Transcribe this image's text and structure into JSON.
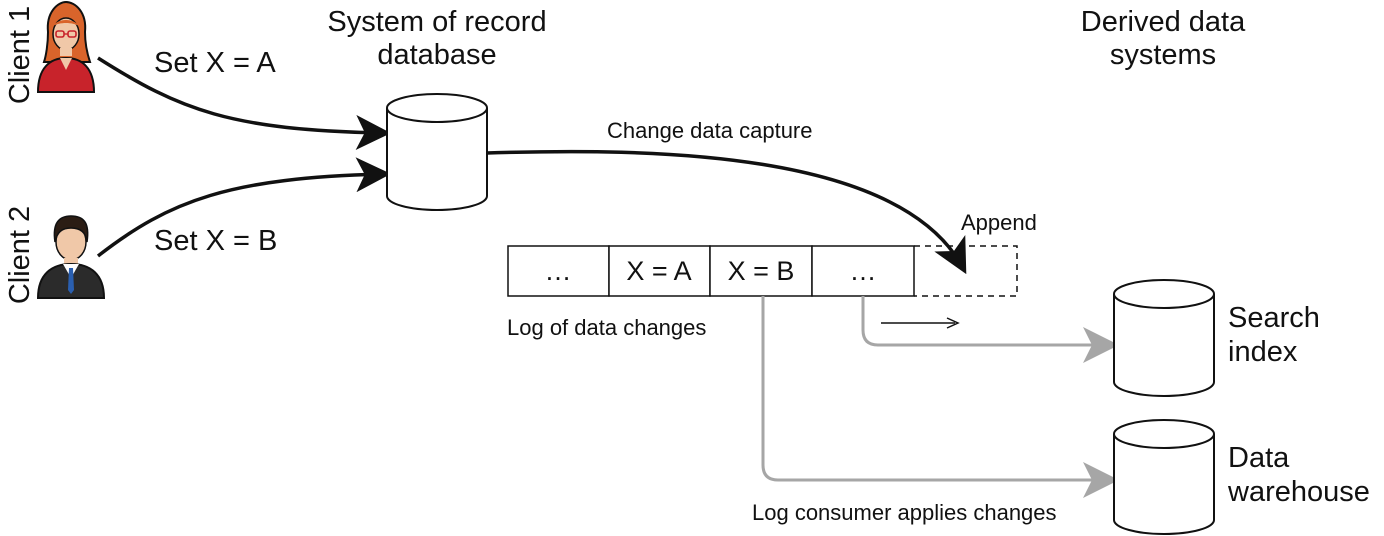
{
  "colors": {
    "stroke": "#111111",
    "consumer_line": "#a6a6a6",
    "client1_hair": "#d9642b",
    "client1_jacket": "#c8232b",
    "client2_suit": "#2b2b2b",
    "skin": "#f0c8a8"
  },
  "clients": [
    {
      "label": "Client 1",
      "icon": "woman-user-icon",
      "write_label": "Set X = A"
    },
    {
      "label": "Client 2",
      "icon": "man-user-icon",
      "write_label": "Set X = B"
    }
  ],
  "system_of_record": {
    "title_line1": "System of record",
    "title_line2": "database"
  },
  "derived": {
    "title_line1": "Derived data",
    "title_line2": "systems"
  },
  "cdc_label": "Change data capture",
  "append_label": "Append",
  "log": {
    "cells": [
      "…",
      "X = A",
      "X = B",
      "…"
    ],
    "caption": "Log of data changes",
    "direction_icon": "right-arrow-icon"
  },
  "targets": [
    {
      "line1": "Search",
      "line2": "index"
    },
    {
      "line1": "Data",
      "line2": "warehouse"
    }
  ],
  "consumer_label": "Log consumer applies changes"
}
